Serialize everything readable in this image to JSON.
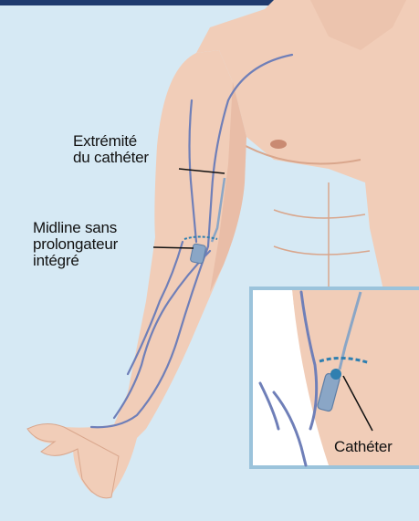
{
  "labels": {
    "catheter_tip": [
      "Extrémité",
      "du cathéter"
    ],
    "midline": [
      "Midline sans",
      "prolongateur",
      "intégré"
    ],
    "catheter": "Cathéter"
  },
  "colors": {
    "background": "#d6e9f4",
    "skin": "#f1cdb8",
    "skin_shadow": "#e2ae95",
    "vein": "#6f7fb8",
    "inset_border": "#9bc3db",
    "top_bar": "#1f3b6e",
    "device": "#8aa6c6",
    "device_blue": "#2f7fb0"
  }
}
